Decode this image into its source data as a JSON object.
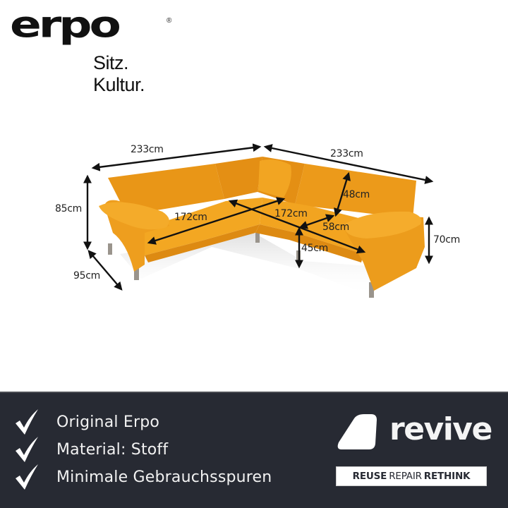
{
  "brand": {
    "logo_text": "erpo",
    "registered_mark": "®",
    "tagline": "Sitz. Kultur."
  },
  "product": {
    "type": "corner sofa",
    "color": "#f0a21c",
    "dimensions": {
      "left_width": "233cm",
      "right_width": "233cm",
      "height": "85cm",
      "depth": "95cm",
      "left_seat_width": "172cm",
      "right_seat_width": "172cm",
      "back_height": "48cm",
      "seat_depth": "58cm",
      "seat_height": "45cm",
      "arm_height": "70cm"
    }
  },
  "features": {
    "icon": "checkmark-icon",
    "items": [
      {
        "label": "Original Erpo"
      },
      {
        "label": "Material: Stoff"
      },
      {
        "label": "Minimale Gebrauchsspuren"
      }
    ]
  },
  "revive": {
    "wordmark": "revive",
    "tag_reuse": "REUSE",
    "tag_repair": "REPAIR",
    "tag_rethink": "RETHINK"
  },
  "colors": {
    "footer_bg": "#272a33",
    "sofa": "#f0a21c",
    "text_light": "#f2f2f2"
  }
}
